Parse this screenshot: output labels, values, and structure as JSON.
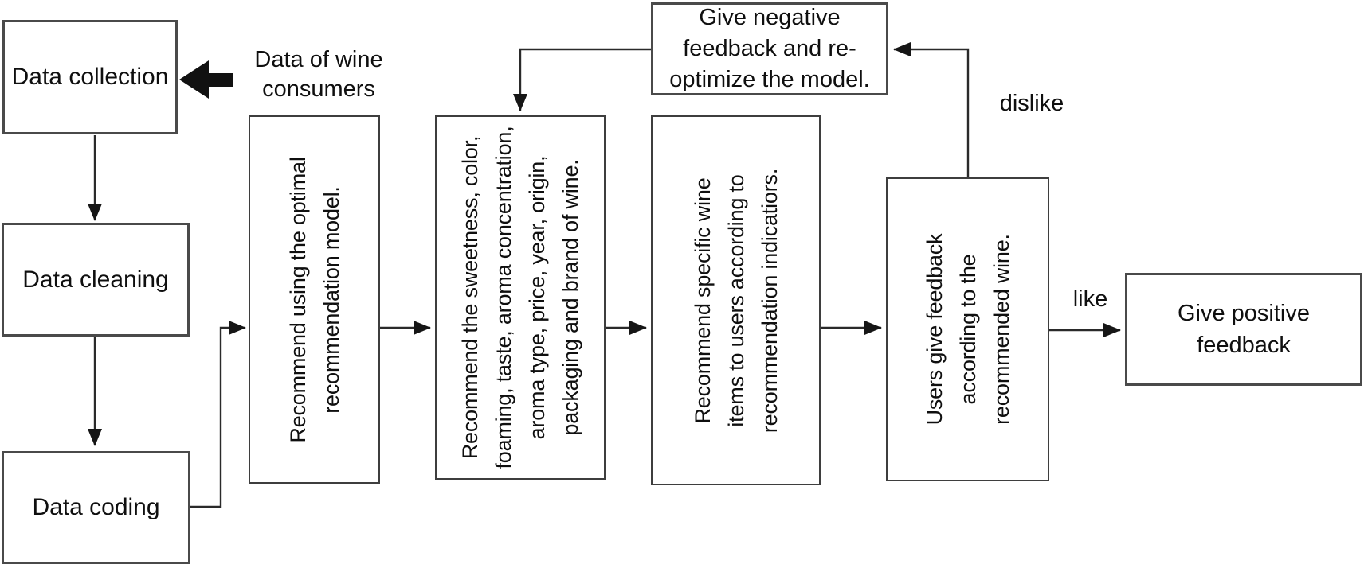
{
  "flowchart": {
    "boxes": {
      "data_collection": "Data collection",
      "data_cleaning": "Data cleaning",
      "data_coding": "Data coding",
      "model": "Recommend using the optimal\nrecommendation model.",
      "attributes": "Recommend the sweetness, color,\nfoaming, taste, aroma concentration,\naroma type, price, year, origin,\npackaging and brand of wine.",
      "items": "Recommend specific wine\nitems to users according to\nrecommendation indicatiors.",
      "user_feedback": "Users give feedback\naccording to the\nrecommended wine.",
      "negative": "Give negative\nfeedback and re-\noptimize the model.",
      "positive": "Give positive\nfeedback"
    },
    "edge_labels": {
      "input": "Data of wine\nconsumers",
      "like": "like",
      "dislike": "dislike"
    }
  },
  "colors": {
    "background": "#ffffff",
    "box_border": "#4a4a4a",
    "arrow": "#161616",
    "text": "#0f0f0f"
  }
}
